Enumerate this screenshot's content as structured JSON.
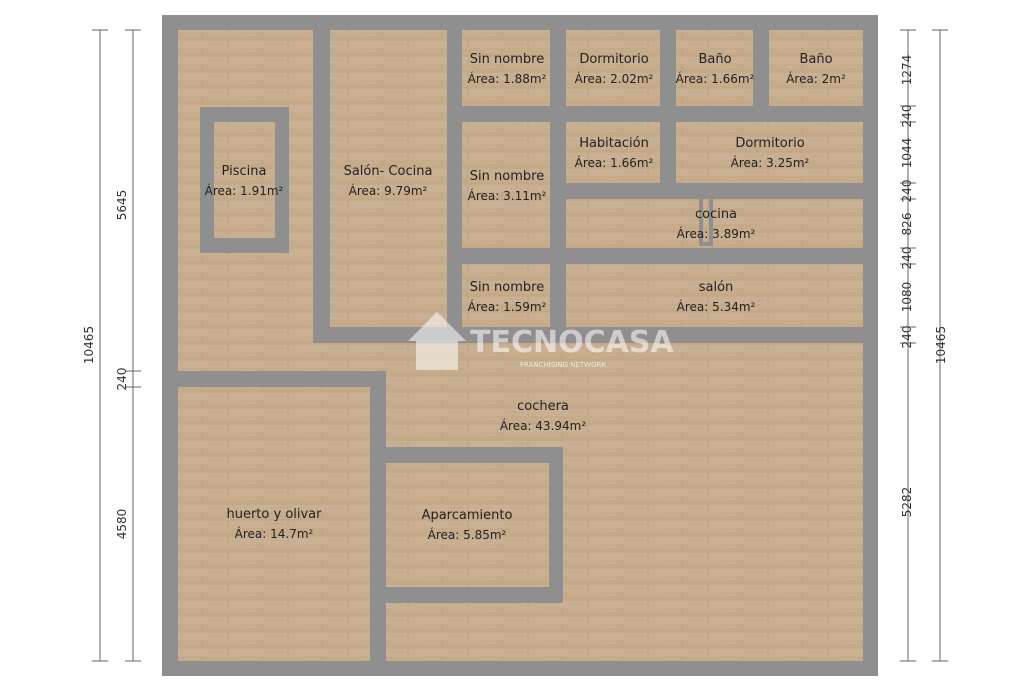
{
  "rooms": {
    "piscina": {
      "name": "Piscina",
      "area": "Área: 1.91m²"
    },
    "salon_cocina": {
      "name": "Salón- Cocina",
      "area": "Área: 9.79m²"
    },
    "sin_nombre_1": {
      "name": "Sin nombre",
      "area": "Área: 1.88m²"
    },
    "dormitorio_1": {
      "name": "Dormitorio",
      "area": "Área: 2.02m²"
    },
    "bano_1": {
      "name": "Baño",
      "area": "Área: 1.66m²"
    },
    "bano_2": {
      "name": "Baño",
      "area": "Área: 2m²"
    },
    "sin_nombre_2": {
      "name": "Sin nombre",
      "area": "Área: 3.11m²"
    },
    "habitacion": {
      "name": "Habitación",
      "area": "Área: 1.66m²"
    },
    "dormitorio_2": {
      "name": "Dormitorio",
      "area": "Área: 3.25m²"
    },
    "cocina": {
      "name": "cocina",
      "area": "Área: 3.89m²"
    },
    "sin_nombre_3": {
      "name": "Sin nombre",
      "area": "Área: 1.59m²"
    },
    "salon": {
      "name": "salón",
      "area": "Área: 5.34m²"
    },
    "cochera": {
      "name": "cochera",
      "area": "Área: 43.94m²"
    },
    "huerto": {
      "name": "huerto y olivar",
      "area": "Área: 14.7m²"
    },
    "aparcamiento": {
      "name": "Aparcamiento",
      "area": "Área: 5.85m²"
    }
  },
  "dimensions": {
    "left_total": "10465",
    "left_top": "5645",
    "left_mid": "240",
    "left_bottom": "4580",
    "right_total": "10465",
    "right_1274": "1274",
    "right_240a": "240",
    "right_1044": "1044",
    "right_240b": "240",
    "right_826": "826",
    "right_240c": "240",
    "right_1080": "1080",
    "right_240d": "240",
    "right_5282": "5282"
  },
  "watermark": {
    "brand": "TECNOCASA",
    "subtitle": "FRANCHISING NETWORK"
  },
  "colors": {
    "wall": "#8f8f8f",
    "floor": "#c8ae8e",
    "floor_line": "#b89d7c"
  }
}
